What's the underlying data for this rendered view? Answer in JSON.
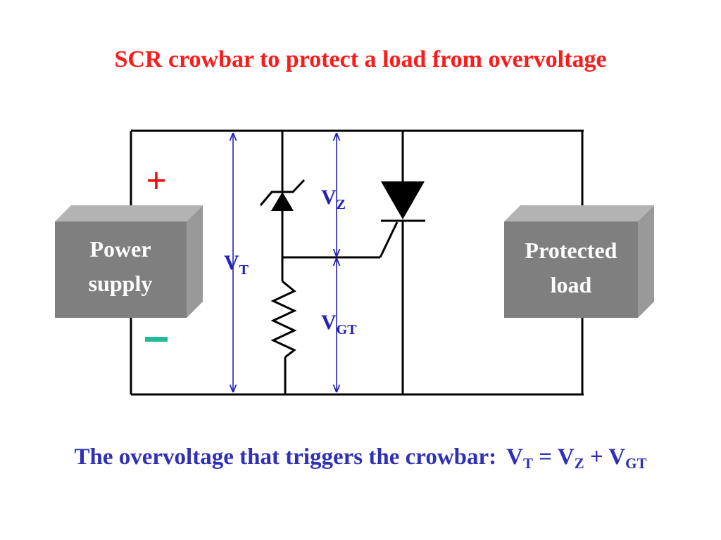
{
  "title": "SCR crowbar to protect a load from overvoltage",
  "power_supply": {
    "line1": "Power",
    "line2": "supply",
    "plus": "+",
    "minus": "–"
  },
  "load": {
    "line1": "Protected",
    "line2": "load"
  },
  "voltages": {
    "vt": {
      "main": "V",
      "sub": "T"
    },
    "vz": {
      "main": "V",
      "sub": "Z"
    },
    "vgt": {
      "main": "V",
      "sub": "GT"
    }
  },
  "formula": {
    "text": "The overvoltage that triggers the crowbar:",
    "v1": "V",
    "s1": "T",
    "eq": "=",
    "v2": "V",
    "s2": "Z",
    "plus": "+",
    "v3": "V",
    "s3": "GT"
  },
  "colors": {
    "title": "#ff1a1a",
    "voltage_labels": "#2222bb",
    "plus_sign": "#ee1111",
    "minus_sign": "#22bb99",
    "box_front": "#7f7f7f",
    "box_top": "#b3b3b3",
    "box_side": "#999999"
  }
}
